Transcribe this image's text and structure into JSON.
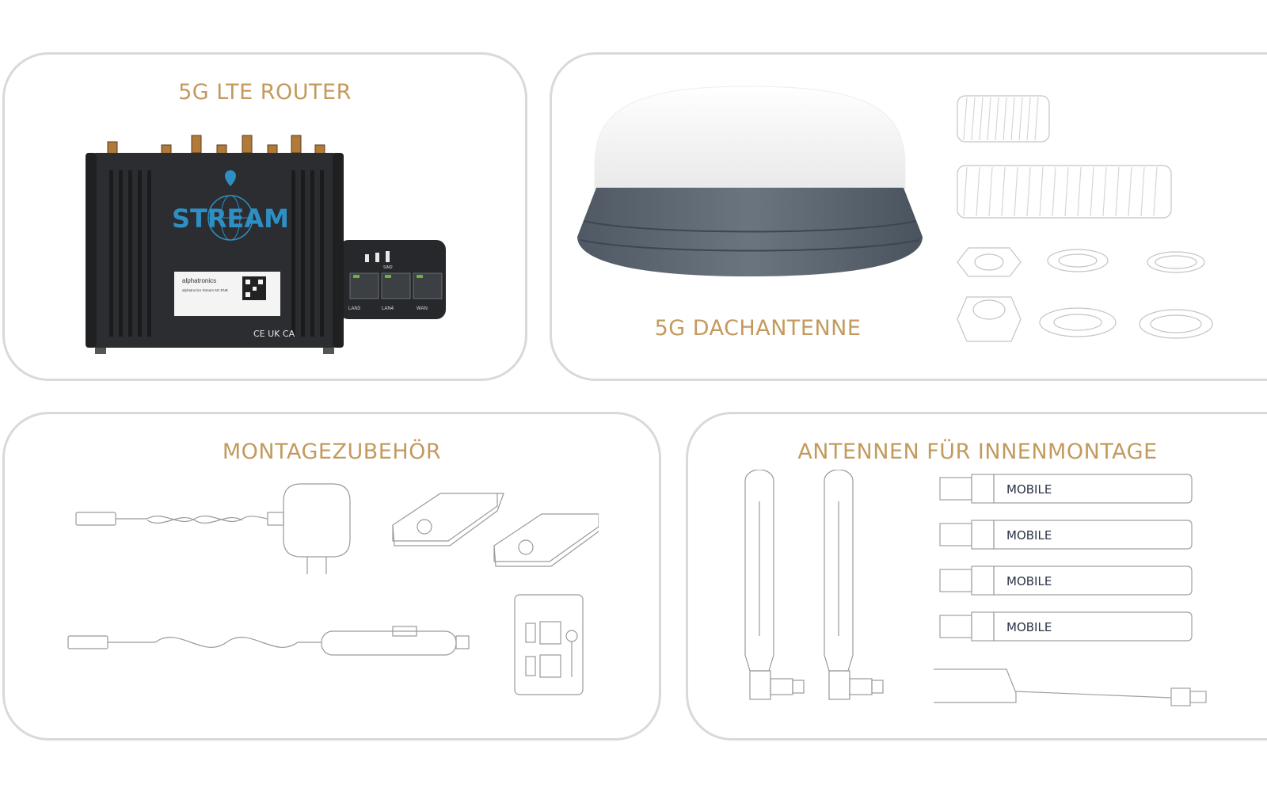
{
  "panels": {
    "router": {
      "title": "5G LTE ROUTER"
    },
    "roof": {
      "title": "5G DACHANTENNE"
    },
    "mount": {
      "title": "MONTAGEZUBEHÖR"
    },
    "indoor": {
      "title": "ANTENNEN FÜR INNENMONTAGE"
    }
  },
  "router_device": {
    "brand_logo": "STREAM",
    "label_brand": "alphatronics",
    "label_model": "alphatronics Stream 5G ENB",
    "ports": [
      "LAN3",
      "LAN4",
      "WAN"
    ],
    "sim_slot": "SIM2",
    "cert_marks": "CE UK CA"
  },
  "indoor_antennas": {
    "labels": [
      "MOBILE",
      "MOBILE",
      "MOBILE",
      "MOBILE"
    ]
  },
  "colors": {
    "accent": "#c39a5e",
    "panel_border": "#d9d9d9",
    "router_body": "#2b2d30",
    "stream_blue": "#2e8fc4",
    "antenna_grey": "#5b6673"
  }
}
